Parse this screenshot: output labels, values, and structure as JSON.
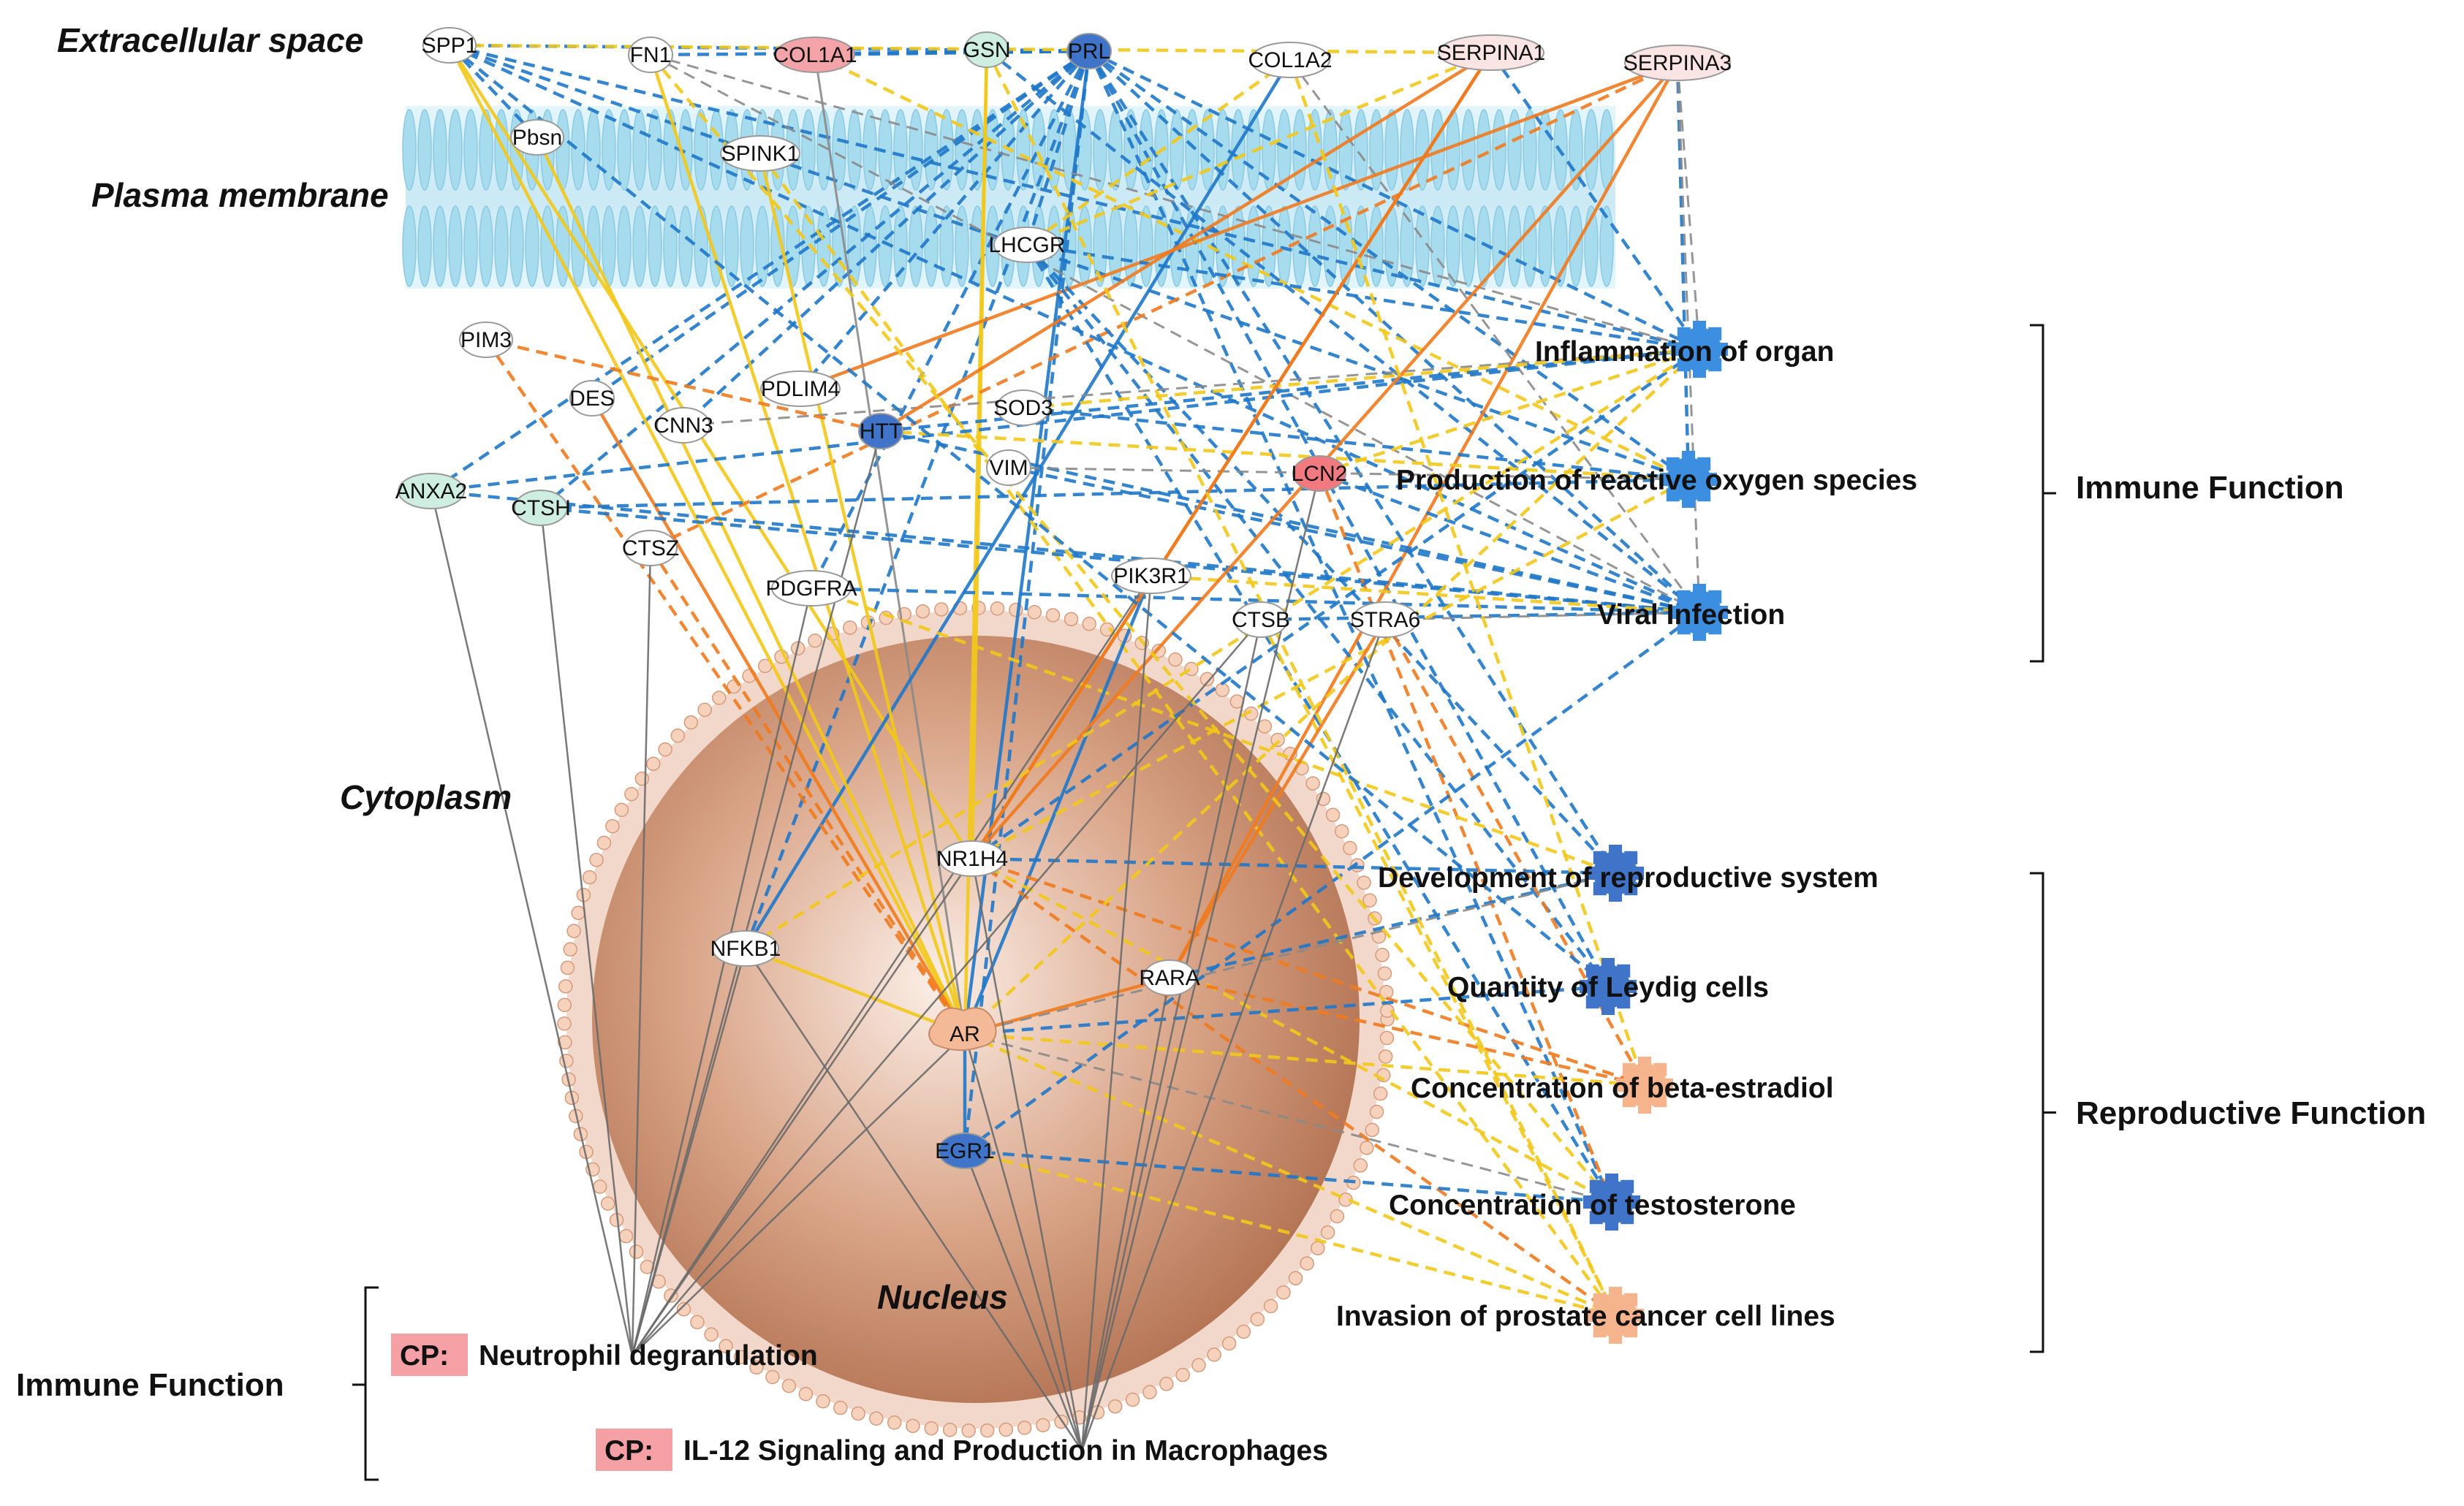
{
  "regions": {
    "extracellular": "Extracellular space",
    "plasma_membrane": "Plasma membrane",
    "cytoplasm": "Cytoplasm",
    "nucleus": "Nucleus"
  },
  "genes": [
    {
      "id": "SPP1",
      "label": "SPP1",
      "fill": "#ffffff"
    },
    {
      "id": "FN1",
      "label": "FN1",
      "fill": "#ffffff"
    },
    {
      "id": "COL1A1",
      "label": "COL1A1",
      "fill": "#f4a3a8"
    },
    {
      "id": "GSN",
      "label": "GSN",
      "fill": "#cdeee0"
    },
    {
      "id": "PRL",
      "label": "PRL",
      "fill": "#3f74c9"
    },
    {
      "id": "COL1A2",
      "label": "COL1A2",
      "fill": "#ffffff"
    },
    {
      "id": "SERPINA1",
      "label": "SERPINA1",
      "fill": "#fbe4e4"
    },
    {
      "id": "SERPINA3",
      "label": "SERPINA3",
      "fill": "#fbe4e4"
    },
    {
      "id": "Pbsn",
      "label": "Pbsn",
      "fill": "#ffffff"
    },
    {
      "id": "SPINK1",
      "label": "SPINK1",
      "fill": "#ffffff"
    },
    {
      "id": "LHCGR",
      "label": "LHCGR",
      "fill": "#ffffff"
    },
    {
      "id": "PIM3",
      "label": "PIM3",
      "fill": "#ffffff"
    },
    {
      "id": "DES",
      "label": "DES",
      "fill": "#ffffff"
    },
    {
      "id": "PDLIM4",
      "label": "PDLIM4",
      "fill": "#ffffff"
    },
    {
      "id": "CNN3",
      "label": "CNN3",
      "fill": "#ffffff"
    },
    {
      "id": "HTT",
      "label": "HTT",
      "fill": "#3f74c9"
    },
    {
      "id": "SOD3",
      "label": "SOD3",
      "fill": "#ffffff"
    },
    {
      "id": "VIM",
      "label": "VIM",
      "fill": "#ffffff"
    },
    {
      "id": "LCN2",
      "label": "LCN2",
      "fill": "#f07a80"
    },
    {
      "id": "ANXA2",
      "label": "ANXA2",
      "fill": "#cdeee0"
    },
    {
      "id": "CTSH",
      "label": "CTSH",
      "fill": "#cdeee0"
    },
    {
      "id": "CTSZ",
      "label": "CTSZ",
      "fill": "#ffffff"
    },
    {
      "id": "PDGFRA",
      "label": "PDGFRA",
      "fill": "#ffffff"
    },
    {
      "id": "PIK3R1",
      "label": "PIK3R1",
      "fill": "#ffffff"
    },
    {
      "id": "CTSB",
      "label": "CTSB",
      "fill": "#ffffff"
    },
    {
      "id": "STRA6",
      "label": "STRA6",
      "fill": "#ffffff"
    },
    {
      "id": "NR1H4",
      "label": "NR1H4",
      "fill": "#ffffff"
    },
    {
      "id": "NFKB1",
      "label": "NFKB1",
      "fill": "#ffffff"
    },
    {
      "id": "RARA",
      "label": "RARA",
      "fill": "#ffffff"
    },
    {
      "id": "AR",
      "label": "AR",
      "fill": "#f4b996"
    },
    {
      "id": "EGR1",
      "label": "EGR1",
      "fill": "#3f74c9"
    }
  ],
  "functions": [
    {
      "id": "inflammation",
      "label": "Inflammation of organ",
      "color": "#3b8ee0"
    },
    {
      "id": "ros",
      "label": "Production of reactive oxygen species",
      "color": "#3b8ee0"
    },
    {
      "id": "viral",
      "label": "Viral Infection",
      "color": "#3b8ee0"
    },
    {
      "id": "repro_dev",
      "label": "Development of reproductive system",
      "color": "#3f74c9"
    },
    {
      "id": "leydig",
      "label": "Quantity of Leydig cells",
      "color": "#3f74c9"
    },
    {
      "id": "estradiol",
      "label": "Concentration of beta-estradiol",
      "color": "#f6b48c"
    },
    {
      "id": "testosterone",
      "label": "Concentration of testosterone",
      "color": "#3f74c9"
    },
    {
      "id": "prostate",
      "label": "Invasion of prostate cancer cell lines",
      "color": "#f6b48c"
    }
  ],
  "groups": {
    "immune_right": "Immune Function",
    "reproductive": "Reproductive Function",
    "immune_left": "Immune Function"
  },
  "canonical_pathways": [
    {
      "tag": "CP:",
      "name": "Neutrophil degranulation"
    },
    {
      "tag": "CP:",
      "name": "IL-12 Signaling and Production in Macrophages"
    }
  ],
  "edge_colors": {
    "blue": "#1f77c9",
    "yellow": "#f2c81a",
    "orange": "#f07a1e",
    "gray": "#8a8a8a",
    "dark": "#6a6a6a"
  },
  "membrane_color": "#a7dcef",
  "nucleus_color": "#c98e6e"
}
